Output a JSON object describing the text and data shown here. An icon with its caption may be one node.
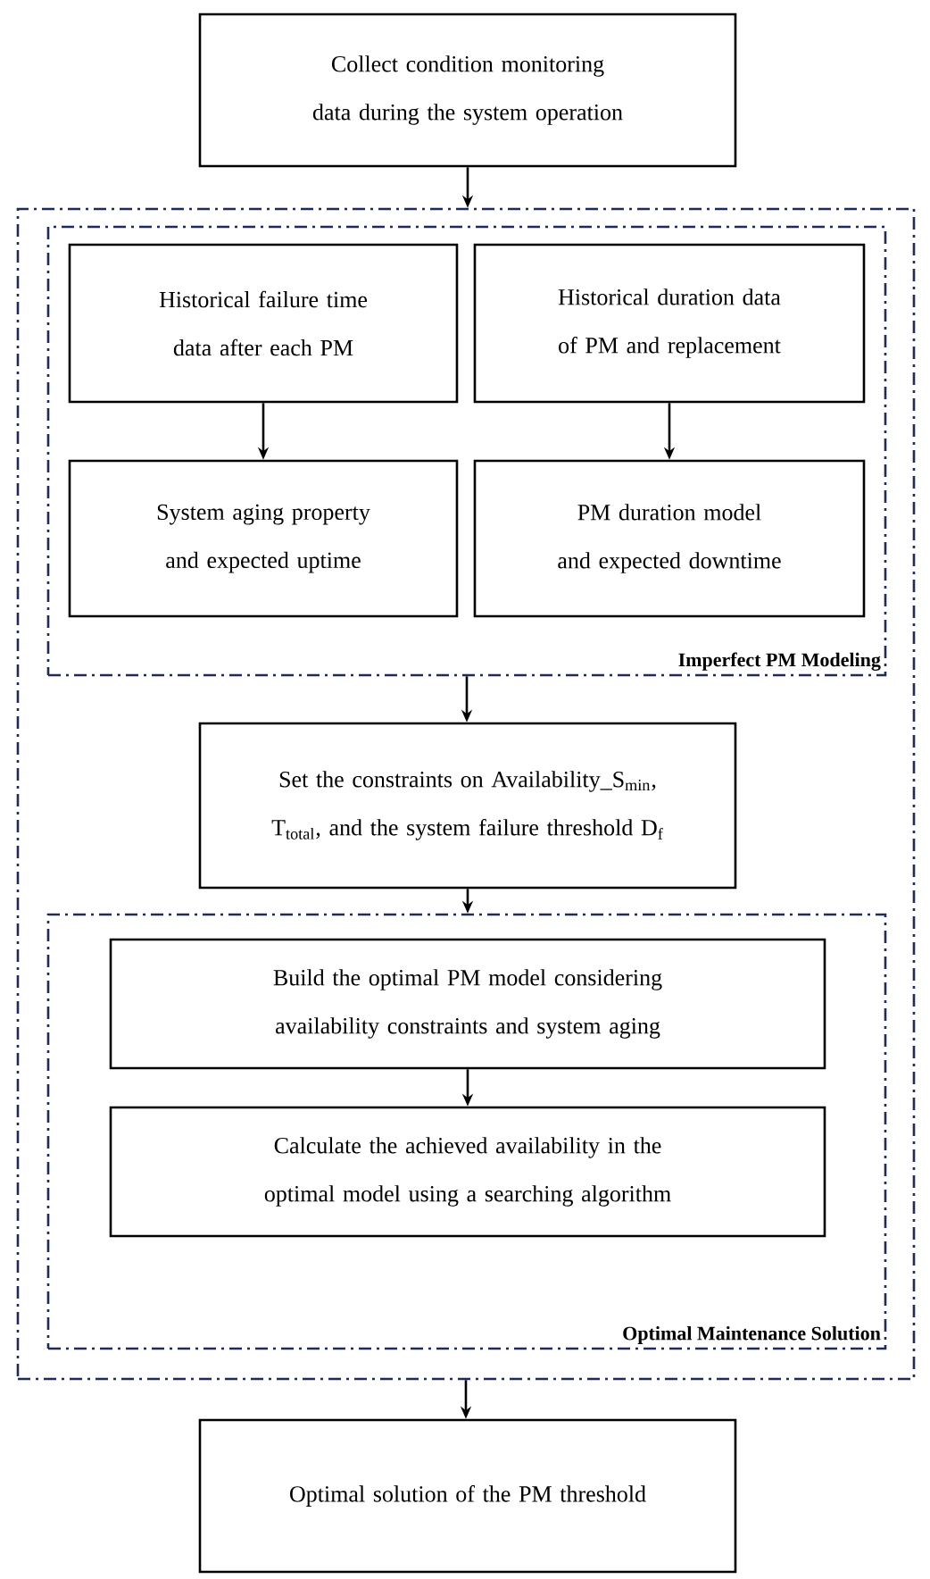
{
  "diagram": {
    "nodes": [
      {
        "text": [
          "Collect condition monitoring data during the system operation"
        ]
      },
      {
        "text": [],
        "shape": "box"
      },
      {
        "text": [
          "Imperfect PM Modeling"
        ],
        "in": 1
      },
      {
        "text": [
          "Historical failure time data after each PM"
        ],
        "in": 2
      },
      {
        "text": [
          "Historical duration data of PM and replacement"
        ],
        "in": 2
      },
      {
        "text": [
          "System aging property and expected uptime"
        ],
        "in": 2
      },
      {
        "text": [
          "PM duration model and expected downtime"
        ],
        "in": 2
      },
      {
        "text": [
          "Set the constraints on Availability_S$_{min}$, T$_{total}$, and the system failure threshold D$_{f}$"
        ],
        "in": 1
      },
      {
        "text": [
          "Optimal Maintenance Solution"
        ],
        "in": 1
      },
      {
        "text": [
          "Build the optimal PM model considering availability constraints and system aging"
        ],
        "in": 8
      },
      {
        "text": [
          "Calculate the achieved availability in the optimal model using a searching algorithm"
        ],
        "in": 8
      },
      {
        "text": [
          "Optimal solution of the PM threshold"
        ]
      }
    ],
    "edges": [
      {
        "from": 0,
        "to": 1,
        "arrow": "to"
      },
      {
        "from": 3,
        "to": 5,
        "arrow": "to"
      },
      {
        "from": 4,
        "to": 6,
        "arrow": "to"
      },
      {
        "from": 2,
        "to": 7,
        "arrow": "to"
      },
      {
        "from": 7,
        "to": 8,
        "arrow": "to"
      },
      {
        "from": 9,
        "to": 10,
        "arrow": "to"
      },
      {
        "from": 1,
        "to": 11,
        "arrow": "to"
      }
    ]
  }
}
